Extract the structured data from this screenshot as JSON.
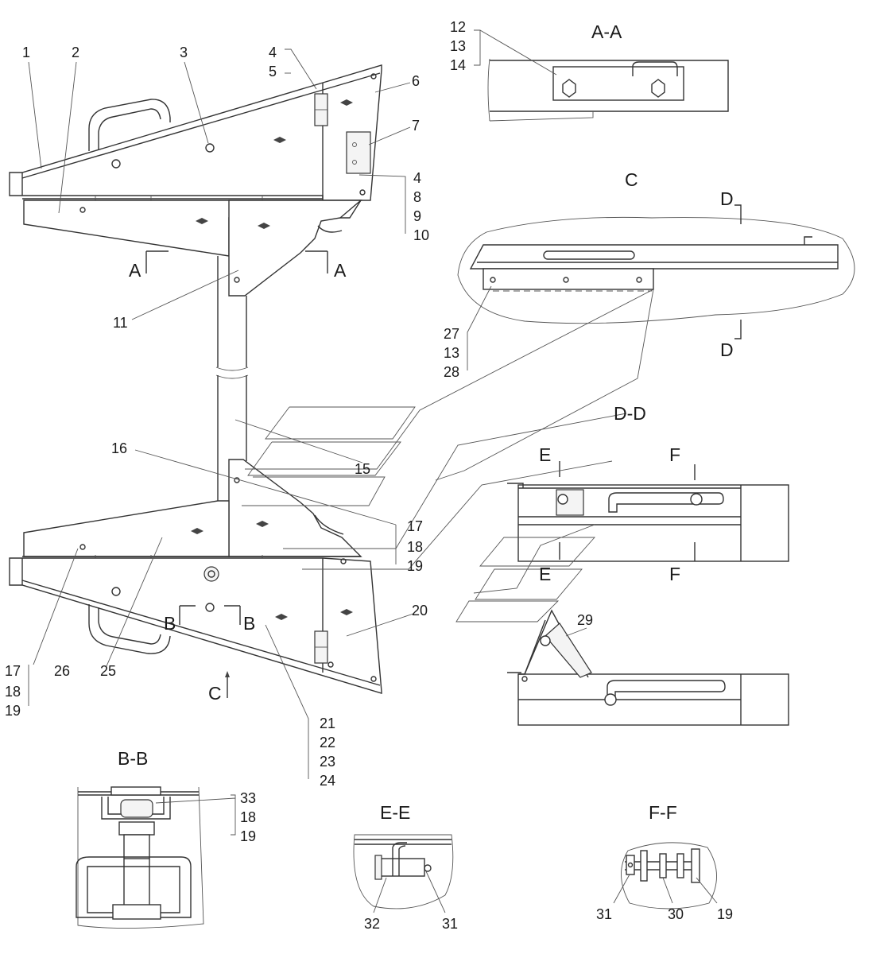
{
  "callouts": {
    "c1": "1",
    "c2": "2",
    "c3": "3",
    "c4": "4",
    "c5": "5",
    "c6": "6",
    "c7": "7",
    "c4b": "4",
    "c8": "8",
    "c9": "9",
    "c10": "10",
    "c11": "11",
    "c12": "12",
    "c13": "13",
    "c14": "14",
    "c27": "27",
    "c13b": "13",
    "c28": "28",
    "c15": "15",
    "c16": "16",
    "c17": "17",
    "c18": "18",
    "c19": "19",
    "c20": "20",
    "c17b": "17",
    "c18b": "18",
    "c19b": "19",
    "c26": "26",
    "c25": "25",
    "c21": "21",
    "c22": "22",
    "c23": "23",
    "c24": "24",
    "c29": "29",
    "c33": "33",
    "c18c": "18",
    "c19c": "19",
    "c32": "32",
    "c31": "31",
    "c31b": "31",
    "c30": "30",
    "c19d": "19"
  },
  "sections": {
    "aa": "A-A",
    "c_view": "C",
    "dd": "D-D",
    "bb": "B-B",
    "ee": "E-E",
    "ff": "F-F"
  },
  "cut_marks": {
    "a_left": "A",
    "a_right": "A",
    "b_left": "B",
    "b_right": "B",
    "c_arrow": "C",
    "d_top": "D",
    "d_bottom": "D",
    "e_top": "E",
    "e_bottom": "E",
    "f_top": "F",
    "f_bottom": "F"
  }
}
